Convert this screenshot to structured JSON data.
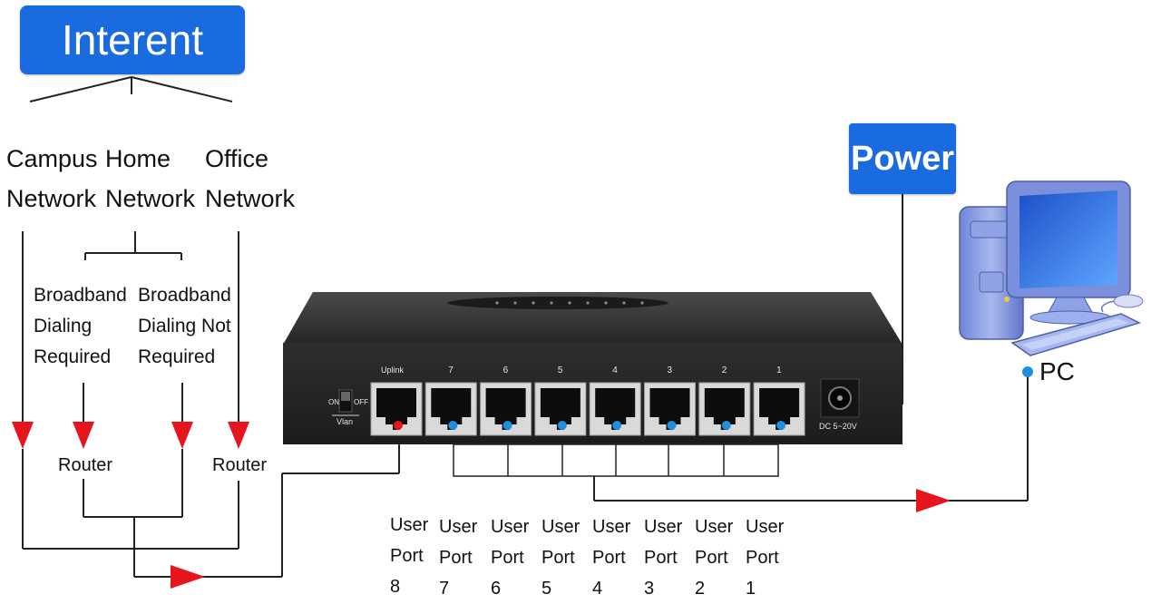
{
  "title": "Interent",
  "sources": [
    "Campus Network",
    "Home Network",
    "Office Network"
  ],
  "broadband": [
    "Broadband Dialing Required",
    "Broadband Dialing Not Required"
  ],
  "router_label": "Router",
  "power_label": "Power",
  "pc_label": "PC",
  "switch": {
    "uplink": "Uplink",
    "port_numbers": [
      "7",
      "6",
      "5",
      "4",
      "3",
      "2",
      "1"
    ],
    "on": "ON",
    "off": "OFF",
    "vlan": "Vlan",
    "dc": "DC 5~20V"
  },
  "user_ports": [
    "User Port 8",
    "User Port 7",
    "User Port 6",
    "User Port 5",
    "User Port 4",
    "User Port 3",
    "User Port 2",
    "User Port 1"
  ],
  "colors": {
    "accent_blue": "#1a6be0",
    "arrow_red": "#e8141b",
    "switch_body": "#2b2b2b",
    "led_blue": "#1e8fe0",
    "led_red": "#e8141b"
  }
}
